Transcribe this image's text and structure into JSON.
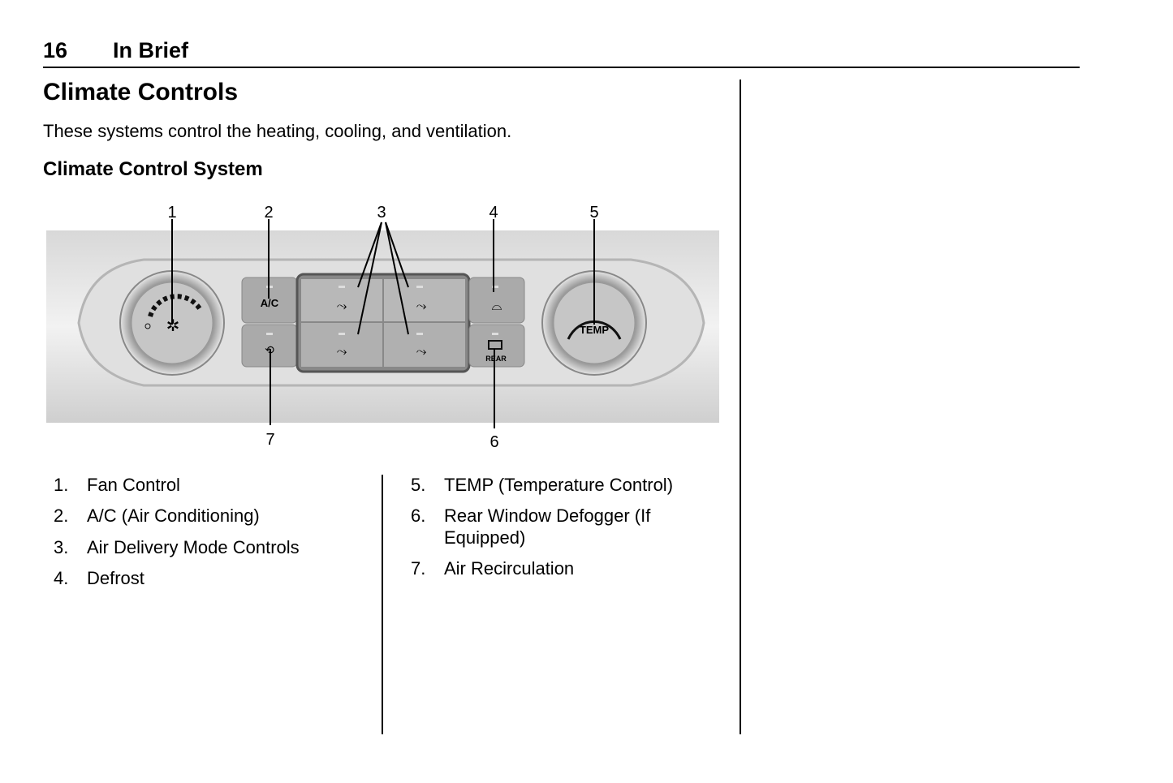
{
  "header": {
    "page_number": "16",
    "section": "In Brief"
  },
  "title": "Climate Controls",
  "intro": "These systems control the heating, cooling, and ventilation.",
  "subheading": "Climate Control System",
  "figure": {
    "callouts": [
      "1",
      "2",
      "3",
      "4",
      "5",
      "6",
      "7"
    ],
    "button_labels": {
      "ac": "A/C",
      "temp": "TEMP",
      "rear": "REAR"
    }
  },
  "list_left": [
    {
      "num": "1.",
      "text": "Fan Control"
    },
    {
      "num": "2.",
      "text": "A/C (Air Conditioning)"
    },
    {
      "num": "3.",
      "text": "Air Delivery Mode Controls"
    },
    {
      "num": "4.",
      "text": "Defrost"
    }
  ],
  "list_right": [
    {
      "num": "5.",
      "text": "TEMP (Temperature Control)"
    },
    {
      "num": "6.",
      "text": "Rear Window Defogger (If Equipped)"
    },
    {
      "num": "7.",
      "text": "Air Recirculation"
    }
  ]
}
